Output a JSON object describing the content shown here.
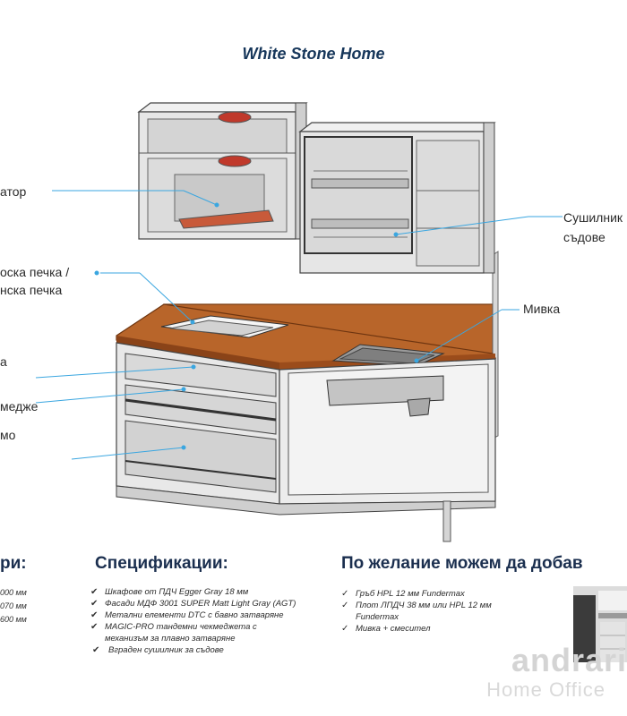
{
  "brand_title": "White Stone Home",
  "callouts": {
    "left_1": "атор",
    "left_2a": "оска печка /",
    "left_2b": "нска печка",
    "left_3": "а",
    "left_4": "меджe",
    "left_5": "мо",
    "right_1a": "Сушилник",
    "right_1b": "съдове",
    "right_2": "Мивка"
  },
  "sections": {
    "dimensions": {
      "heading": "ри:",
      "lines": [
        "000 мм",
        "070 мм",
        "600 мм"
      ]
    },
    "specs": {
      "heading": "Спецификации:",
      "items": [
        "Шкафове от ПДЧ  Egger Gray 18 мм",
        "Фасади МДФ 3001 SUPER Matt Light Gray (AGT)",
        "Метални елементи DTC с бавно затваряне",
        "MAGIC-PRO тандемни чекмеджета с",
        "механизъм за плавно затваряне",
        "Вграден сушилник за съдове"
      ]
    },
    "options": {
      "heading": "По желание можем да добав",
      "items": [
        "Гръб HPL 12 мм  Fundermax",
        "Плот ЛПДЧ 38 мм или HPL 12 мм",
        "Fundermax",
        "Мивка + смесител"
      ]
    }
  },
  "logo": {
    "main": "andrari",
    "sub": "Home Office"
  },
  "colors": {
    "wood": "#b8652a",
    "cabinet": "#e6e6e6",
    "callout_line": "#3aa6e0",
    "heading": "#1b2f4f"
  },
  "icons": {
    "spec_bullet": "check-circle-icon",
    "option_bullet": "check-icon"
  }
}
